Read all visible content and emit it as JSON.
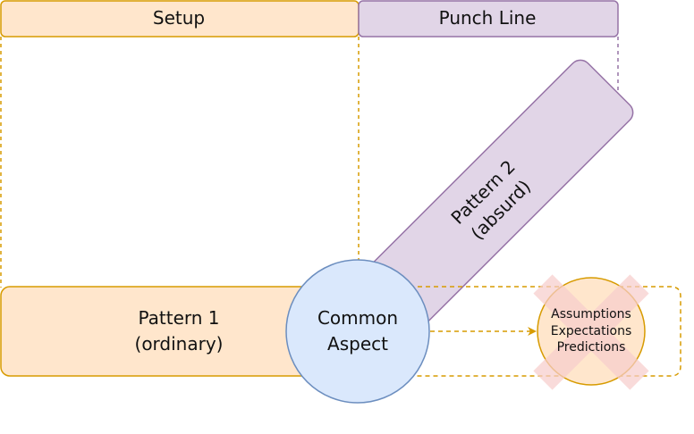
{
  "diagram": {
    "headers": {
      "setup": "Setup",
      "punch_line": "Punch Line"
    },
    "pattern1": {
      "line1": "Pattern 1",
      "line2": "(ordinary)"
    },
    "pattern2": {
      "line1": "Pattern 2",
      "line2": "(absurd)"
    },
    "common": {
      "line1": "Common",
      "line2": "Aspect"
    },
    "outcome": {
      "line1": "Assumptions",
      "line2": "Expectations",
      "line3": "Predictions"
    },
    "colors": {
      "orange_fill": "#ffe6cc",
      "orange_stroke": "#d79b00",
      "purple_fill": "#e1d5e7",
      "purple_stroke": "#9673a6",
      "blue_fill": "#dae8fc",
      "blue_stroke": "#6c8ebf",
      "cross_color": "#f8cecc",
      "arrow_color": "#d79b00"
    },
    "icons": {
      "cross": "x-cross-icon",
      "arrow": "arrow-right-icon"
    }
  }
}
